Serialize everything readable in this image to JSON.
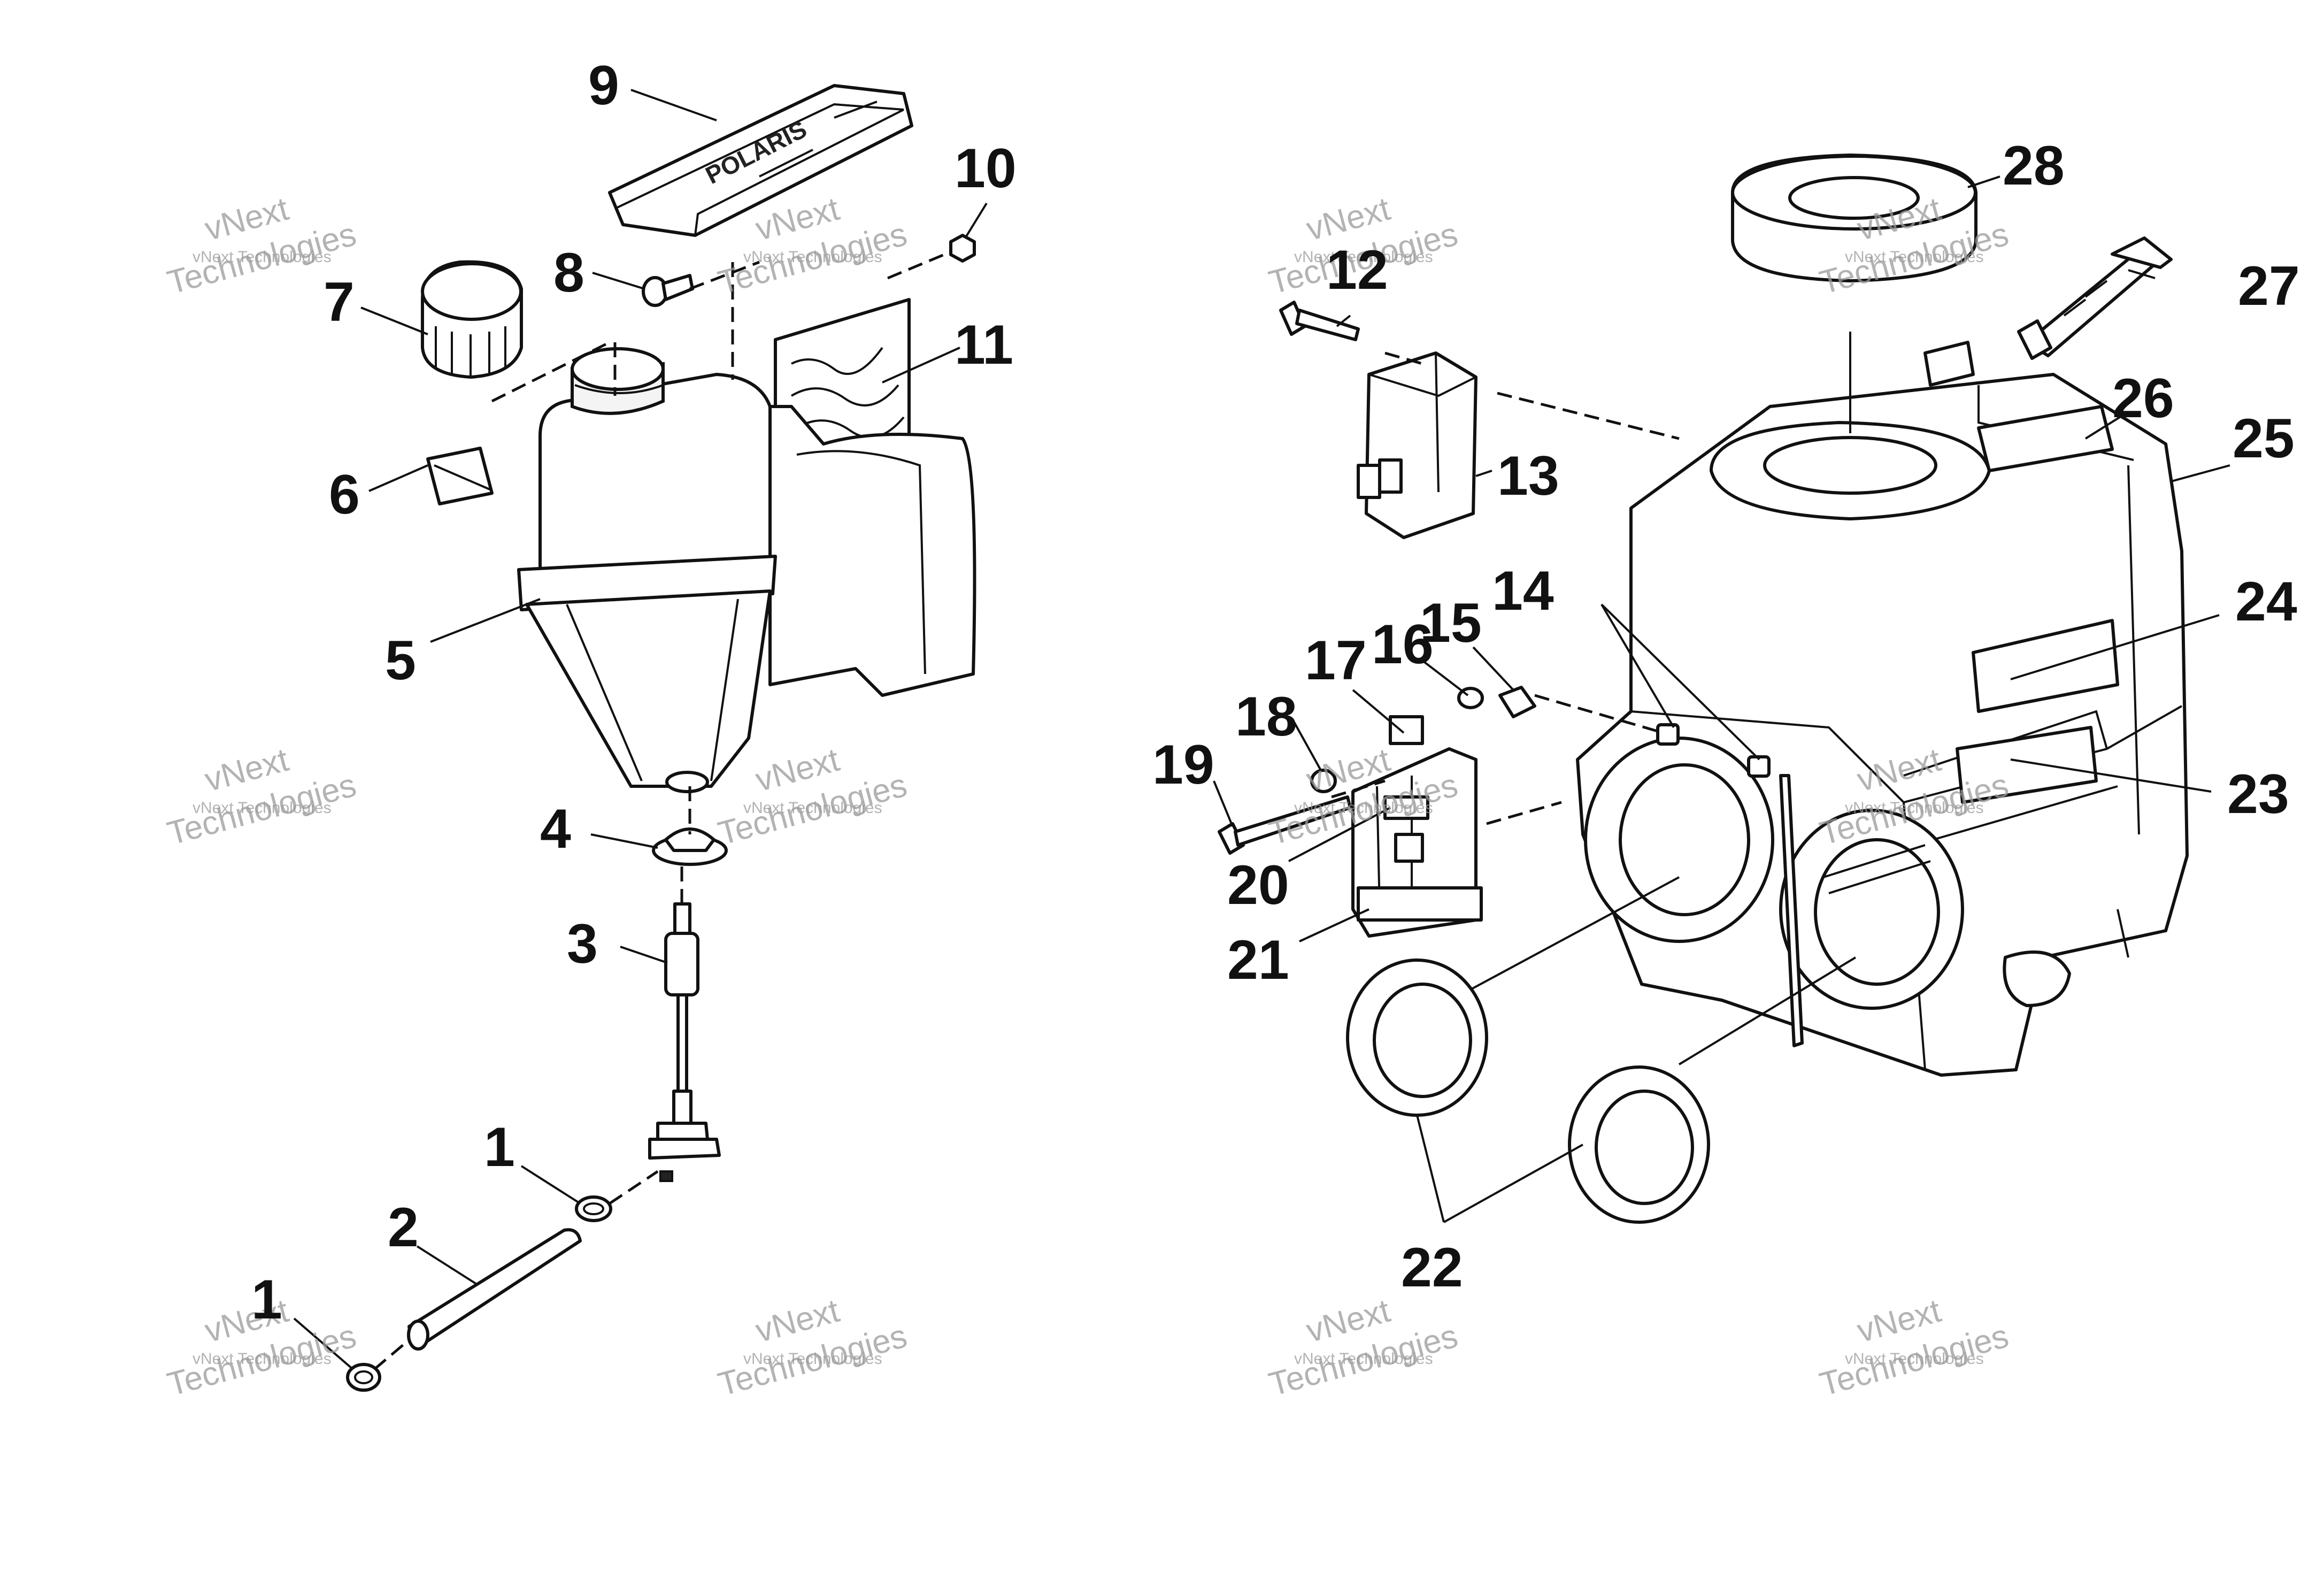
{
  "diagram": {
    "callouts": [
      {
        "id": "c1a",
        "text": "1"
      },
      {
        "id": "c1b",
        "text": "1"
      },
      {
        "id": "c2",
        "text": "2"
      },
      {
        "id": "c3",
        "text": "3"
      },
      {
        "id": "c4",
        "text": "4"
      },
      {
        "id": "c5",
        "text": "5"
      },
      {
        "id": "c6",
        "text": "6"
      },
      {
        "id": "c7",
        "text": "7"
      },
      {
        "id": "c8",
        "text": "8"
      },
      {
        "id": "c9",
        "text": "9"
      },
      {
        "id": "c10",
        "text": "10"
      },
      {
        "id": "c11",
        "text": "11"
      },
      {
        "id": "c12",
        "text": "12"
      },
      {
        "id": "c13",
        "text": "13"
      },
      {
        "id": "c14",
        "text": "14"
      },
      {
        "id": "c15",
        "text": "15"
      },
      {
        "id": "c16",
        "text": "16"
      },
      {
        "id": "c17",
        "text": "17"
      },
      {
        "id": "c18",
        "text": "18"
      },
      {
        "id": "c19",
        "text": "19"
      },
      {
        "id": "c20",
        "text": "20"
      },
      {
        "id": "c21",
        "text": "21"
      },
      {
        "id": "c22",
        "text": "22"
      },
      {
        "id": "c23",
        "text": "23"
      },
      {
        "id": "c24",
        "text": "24"
      },
      {
        "id": "c25",
        "text": "25"
      },
      {
        "id": "c26",
        "text": "26"
      },
      {
        "id": "c27",
        "text": "27"
      },
      {
        "id": "c28",
        "text": "28"
      }
    ],
    "cover_logo": "POLARIS",
    "watermark": {
      "line1": "vNext",
      "line2": "vNext Technologies",
      "line3": "Technologies"
    }
  }
}
